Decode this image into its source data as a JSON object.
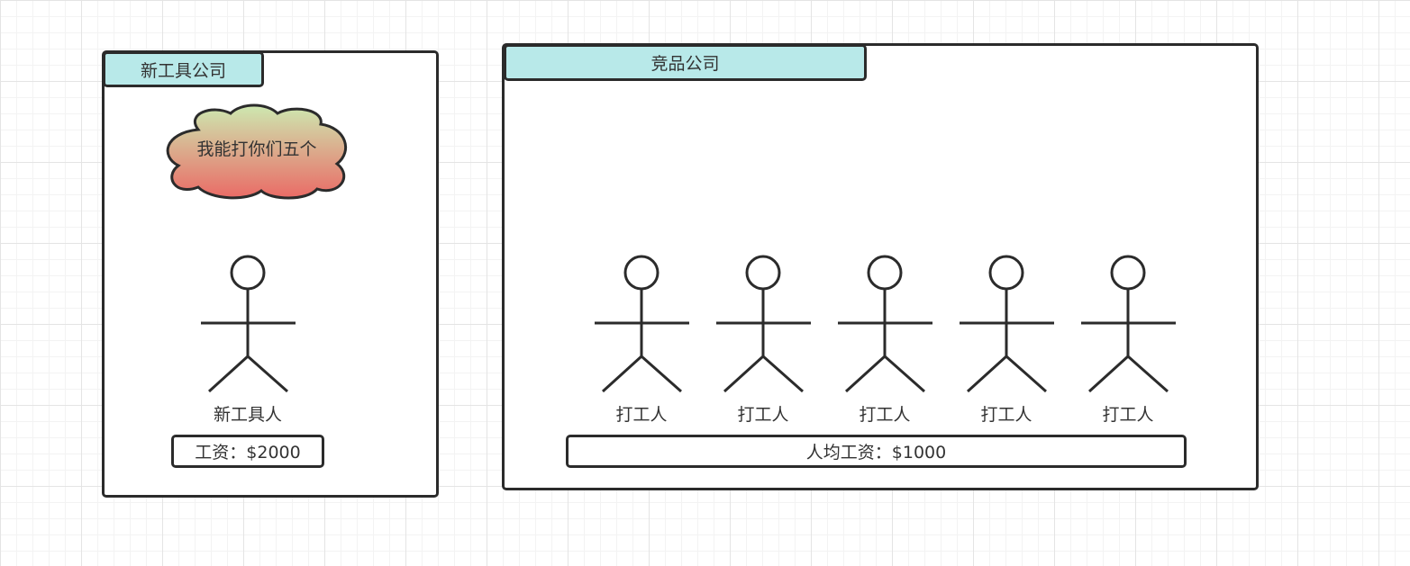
{
  "left_group": {
    "title": "新工具公司",
    "cloud_text": "我能打你们五个",
    "actor_label": "新工具人",
    "salary": "工资：$2000"
  },
  "right_group": {
    "title": "竞品公司",
    "actors": [
      {
        "label": "打工人"
      },
      {
        "label": "打工人"
      },
      {
        "label": "打工人"
      },
      {
        "label": "打工人"
      },
      {
        "label": "打工人"
      }
    ],
    "salary": "人均工资：$1000"
  },
  "colors": {
    "stroke": "#2b2b2b",
    "title_fill": "#b8e9e9",
    "cloud_gradient_top": "#cde8b0",
    "cloud_gradient_bottom": "#ea6b66",
    "text": "#333333"
  }
}
